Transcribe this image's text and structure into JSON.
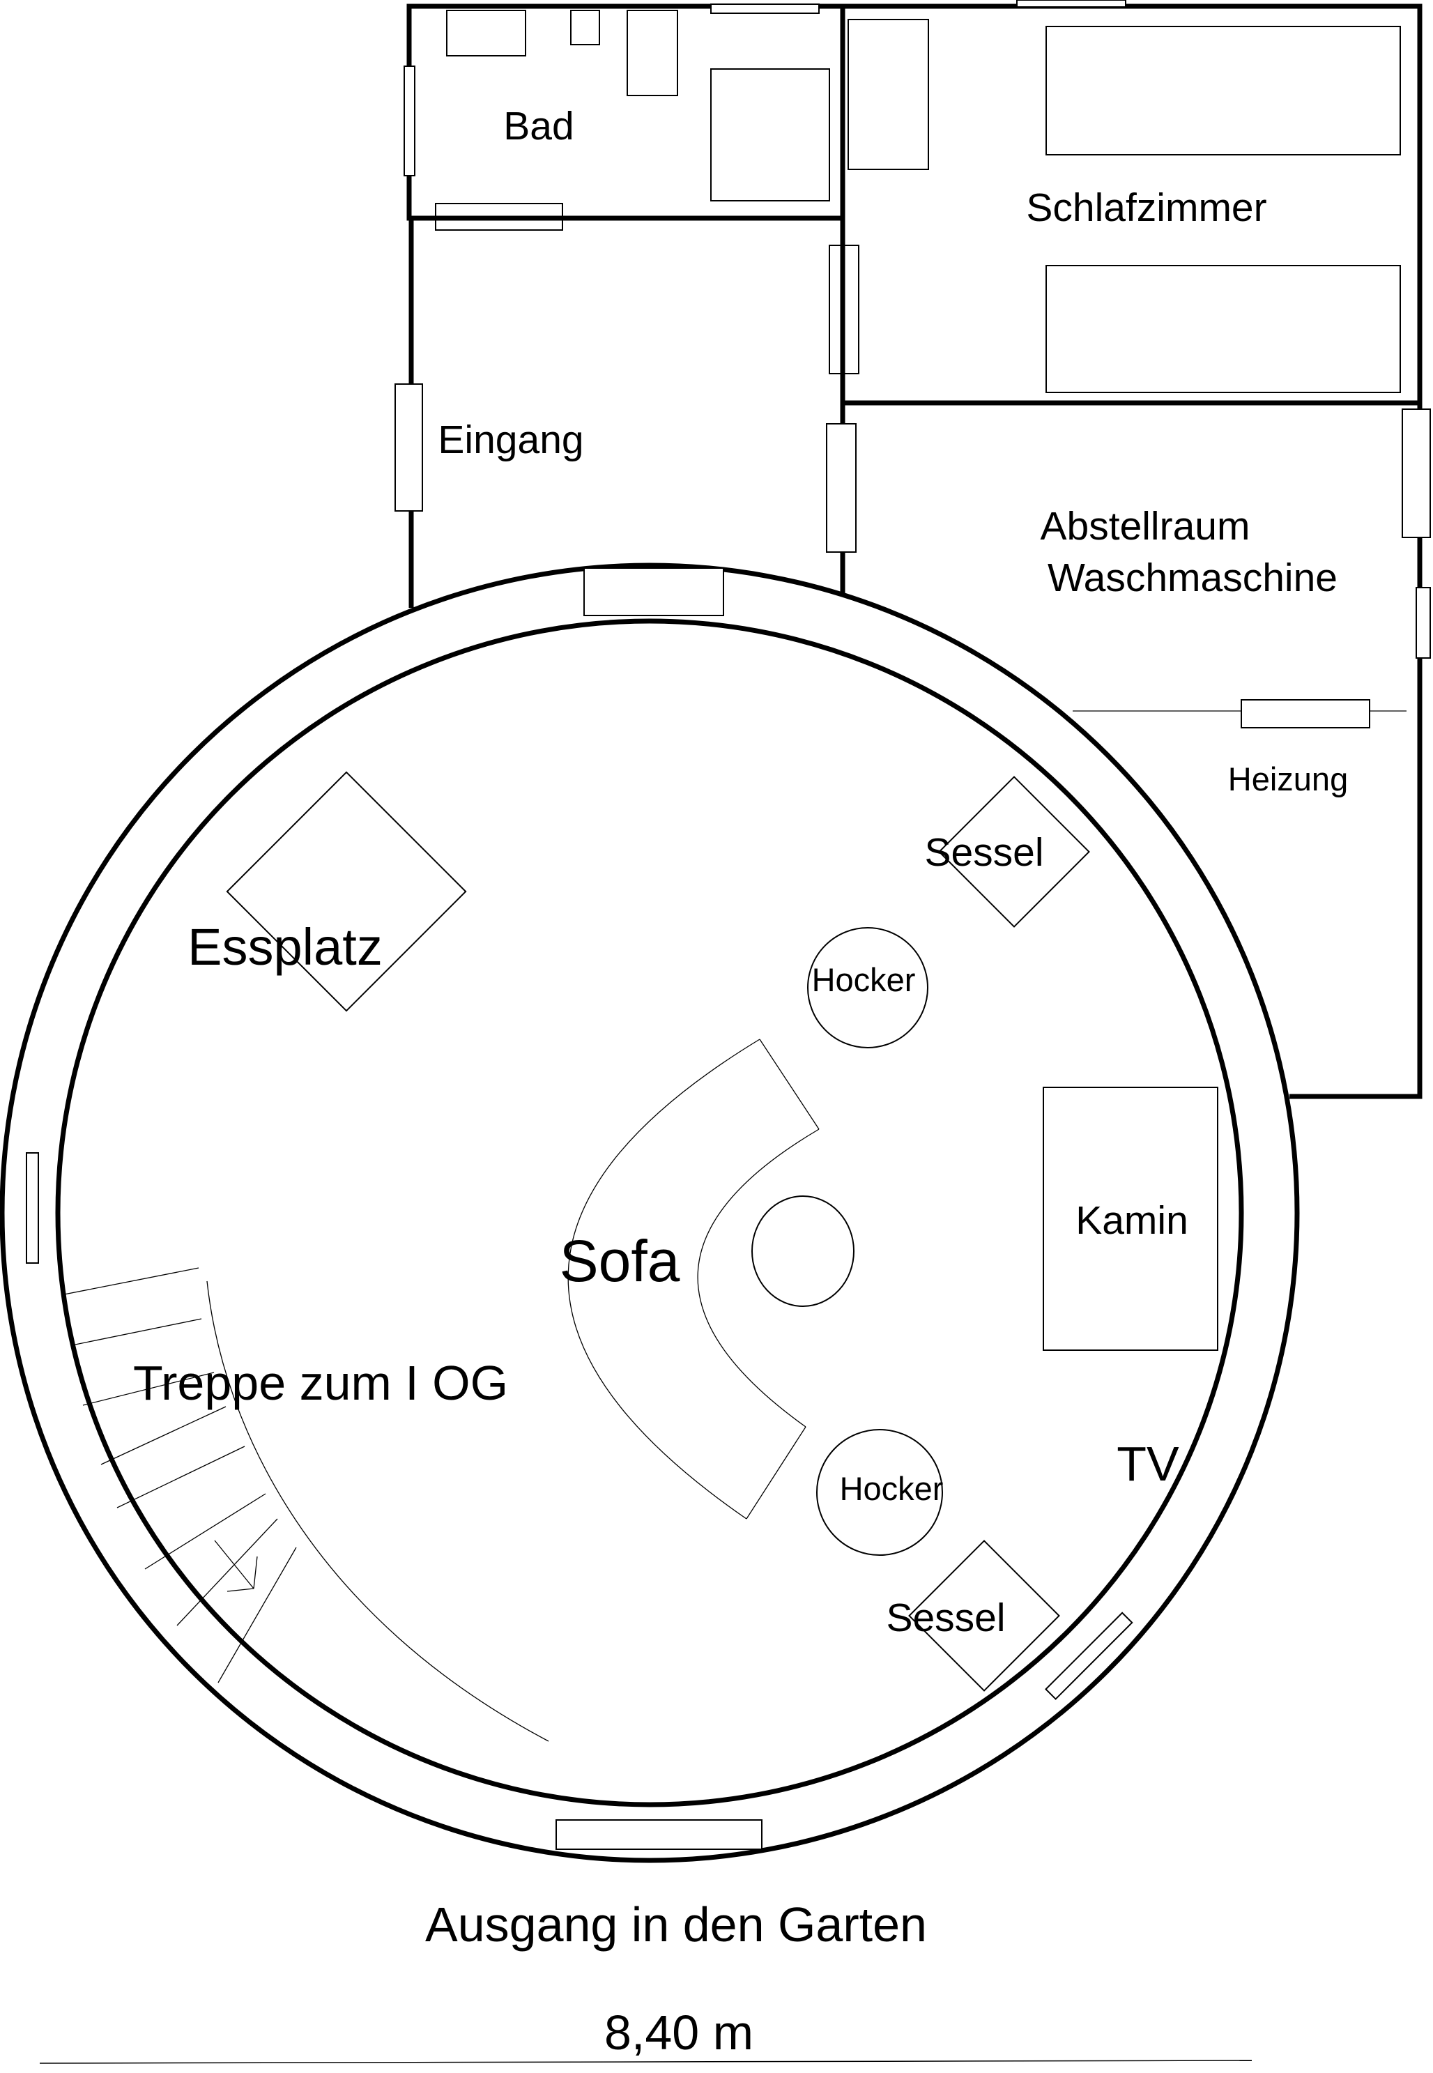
{
  "rooms": {
    "bad": "Bad",
    "schlafzimmer": "Schlafzimmer",
    "eingang": "Eingang",
    "abstellraum_1": "Abstellraum",
    "abstellraum_2": "Waschmaschine",
    "heizung": "Heizung"
  },
  "furniture": {
    "essplatz": "Essplatz",
    "sessel_top": "Sessel",
    "sessel_bottom": "Sessel",
    "hocker_top": "Hocker",
    "hocker_bottom": "Hocker",
    "kamin": "Kamin",
    "sofa": "Sofa",
    "treppe": "Treppe zum I OG",
    "tv": "TV"
  },
  "labels": {
    "exit": "Ausgang in den Garten",
    "dimension": "8,40 m"
  }
}
